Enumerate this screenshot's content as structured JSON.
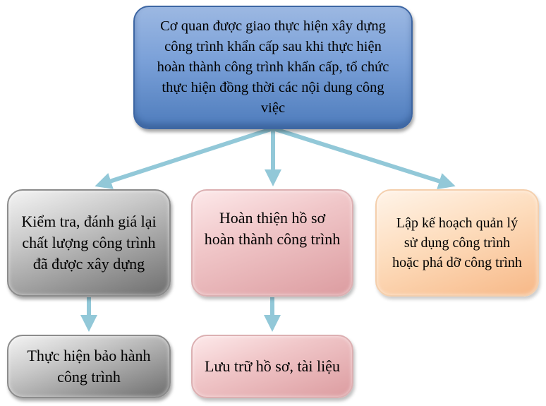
{
  "nodes": {
    "top": "Cơ quan được giao thực hiện xây dựng công trình khẩn cấp sau khi thực hiện hoàn thành công trình khẩn cấp, tổ chức thực hiện đồng thời các nội dung công việc",
    "check_quality": "Kiểm tra, đánh giá lại chất lượng công trình đã được xây dựng",
    "complete_records": "Hoàn thiện hồ sơ hoàn thành công trình",
    "plan_management": "Lập kế hoạch quản lý sử dụng công trình hoặc phá dỡ công trình",
    "warranty": "Thực hiện bảo hành công trình",
    "archive_records": "Lưu trữ hồ sơ, tài liệu"
  },
  "colors": {
    "arrow": "#92c8d8",
    "top_fill": "#6f96d0",
    "gray_fill": "#a6a6a6",
    "pink_fill": "#ebbcbe",
    "orange_fill": "#fcd3ae"
  }
}
